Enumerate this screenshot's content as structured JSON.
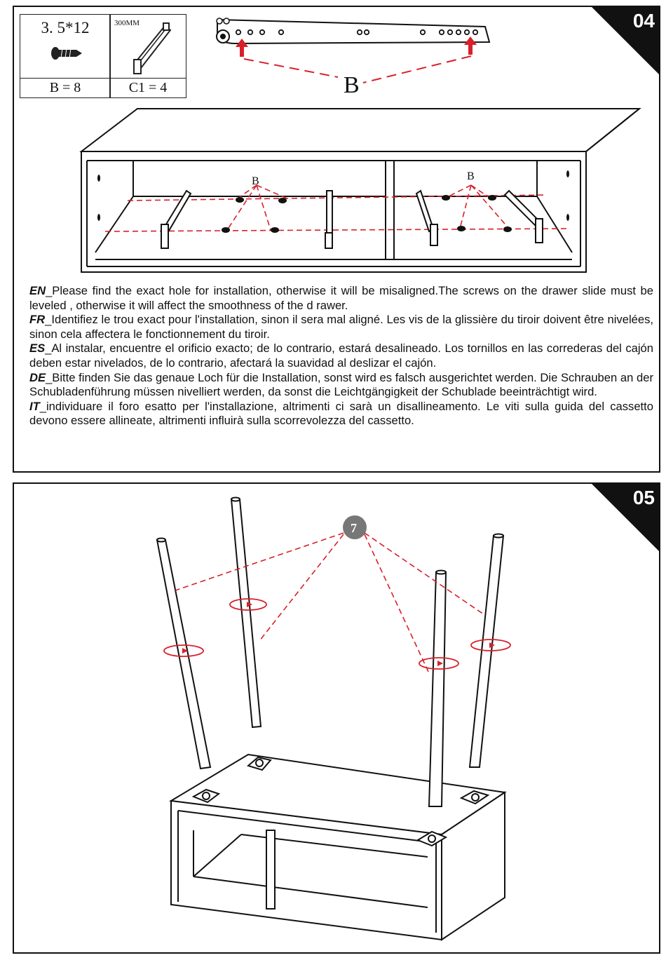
{
  "step4": {
    "number": "04",
    "hardware": [
      {
        "spec": "3. 5*12",
        "count": "B = 8"
      },
      {
        "spec": "300MM",
        "count": "C1 = 4"
      }
    ],
    "label_b": "B",
    "instructions": [
      {
        "lang": "EN",
        "text": "_Please find the exact hole for installation, otherwise it will be misaligned.The screws on the drawer slide must be leveled , otherwise it will affect the smoothness of the d rawer."
      },
      {
        "lang": "FR",
        "text": "_Identifiez le trou exact pour l'installation, sinon il sera mal aligné. Les vis de la glissière du tiroir doivent être nivelées, sinon cela affectera le fonctionnement du tiroir."
      },
      {
        "lang": "ES",
        "text": "_Al instalar, encuentre el orificio exacto; de lo contrario, estará desalineado. Los tornillos en las correderas del cajón deben estar nivelados, de lo contrario, afectará la suavidad al deslizar el cajón."
      },
      {
        "lang": "DE",
        "text": "_Bitte finden Sie das genaue Loch für die Installation, sonst wird es falsch ausgerichtet werden. Die Schrauben an der Schubladenführung müssen nivelliert werden, da sonst die Leichtgängigkeit der Schublade beeinträchtigt wird."
      },
      {
        "lang": "IT",
        "text": "_individuare il foro esatto per l'installazione, altrimenti ci sarà un disallineamento. Le viti sulla guida del cassetto devono essere allineate, altrimenti influirà sulla scorrevolezza del cassetto."
      }
    ]
  },
  "step5": {
    "number": "05",
    "part_label": "7"
  },
  "colors": {
    "accent_red": "#d8202a",
    "ink": "#111111"
  }
}
